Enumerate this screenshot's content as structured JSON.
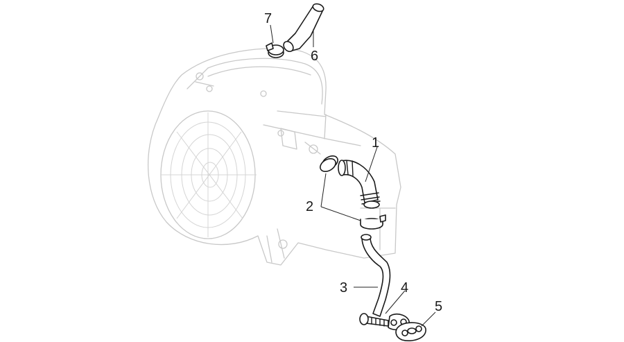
{
  "callouts": [
    {
      "id": "1",
      "label": "1"
    },
    {
      "id": "2",
      "label": "2"
    },
    {
      "id": "3",
      "label": "3"
    },
    {
      "id": "4",
      "label": "4"
    },
    {
      "id": "5",
      "label": "5"
    },
    {
      "id": "6",
      "label": "6"
    },
    {
      "id": "7",
      "label": "7"
    }
  ],
  "colors": {
    "part_outline": "#1a1a1a",
    "ghost_outline": "#c8c8c8",
    "background": "#ffffff"
  }
}
